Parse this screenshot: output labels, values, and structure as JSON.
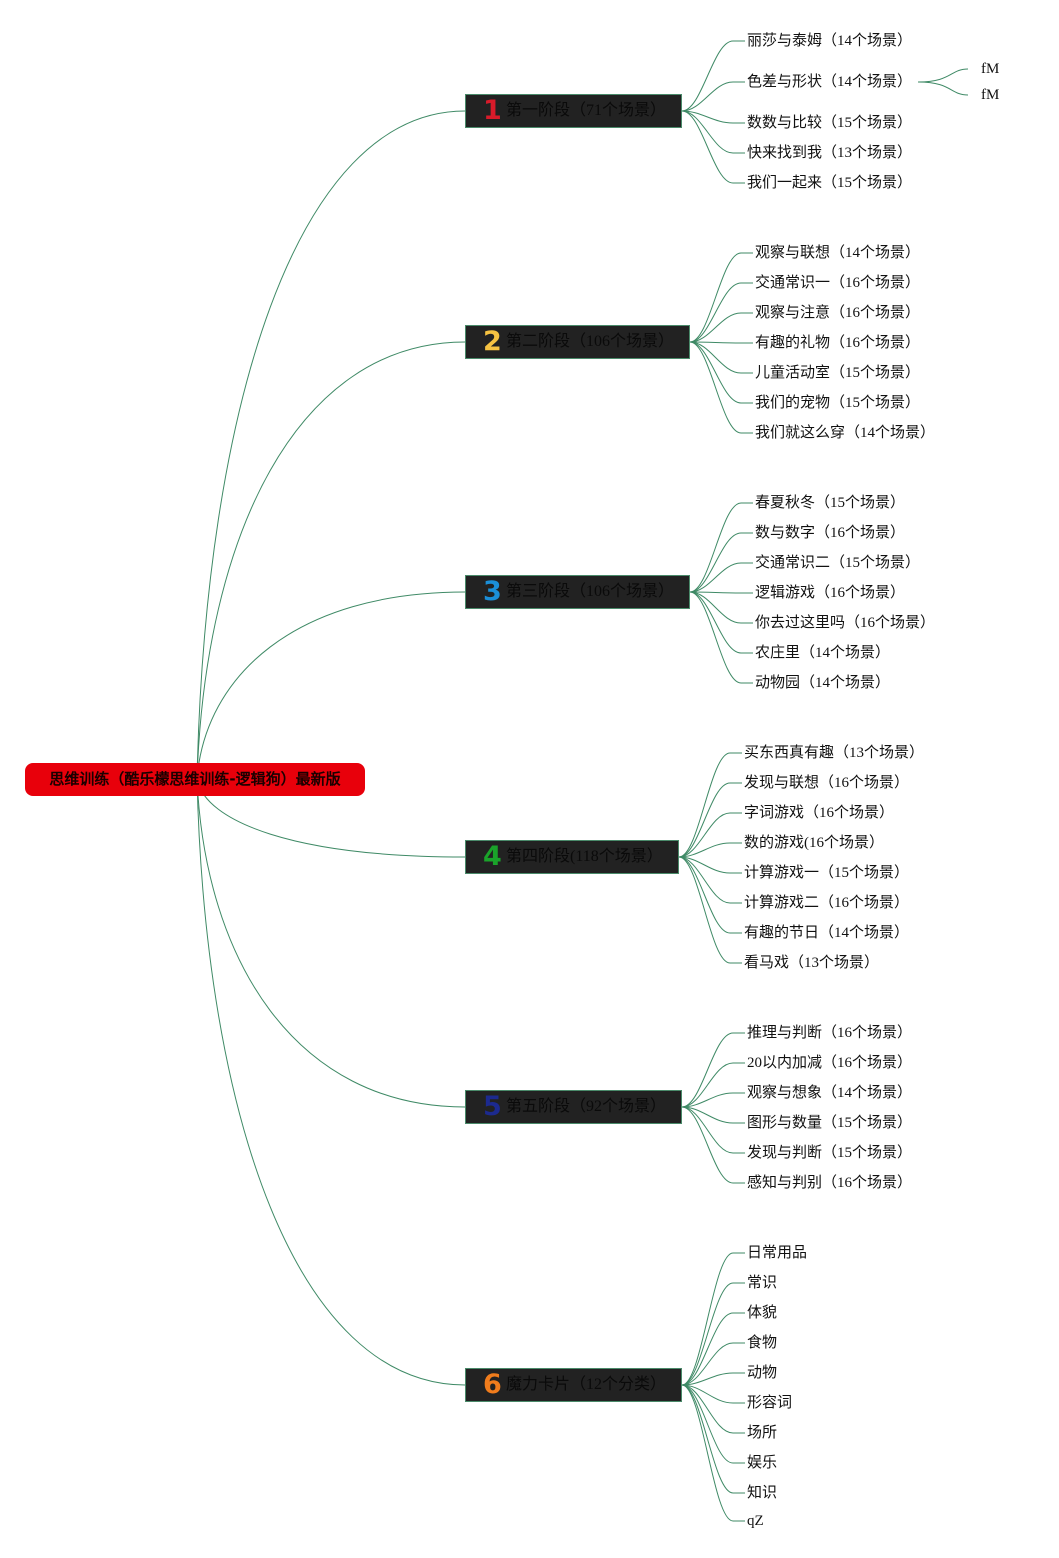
{
  "colors": {
    "link": "#3f8a66",
    "root_bg": "#e8000b",
    "stage_bg": "#222222",
    "stage_text": "#0a0a0a",
    "num1": "#d81b2a",
    "num2": "#f5c242",
    "num3": "#1b8fd8",
    "num4": "#1aa32a",
    "num5": "#1c2a8f",
    "num6": "#f07c1c"
  },
  "root": {
    "label": "思维训练（酷乐檬思维训练-逻辑狗）最新版"
  },
  "stages": [
    {
      "number": "1",
      "label": "第一阶段（71个场景）",
      "children": [
        {
          "label": "丽莎与泰姆（14个场景）"
        },
        {
          "label": "色差与形状（14个场景）",
          "children": [
            {
              "label": "fM"
            },
            {
              "label": "fM"
            }
          ]
        },
        {
          "label": "数数与比较（15个场景）"
        },
        {
          "label": "快来找到我（13个场景）"
        },
        {
          "label": "我们一起来（15个场景）"
        }
      ]
    },
    {
      "number": "2",
      "label": "第二阶段（106个场景）",
      "children": [
        {
          "label": "观察与联想（14个场景）"
        },
        {
          "label": "交通常识一（16个场景）"
        },
        {
          "label": "观察与注意（16个场景）"
        },
        {
          "label": "有趣的礼物（16个场景）"
        },
        {
          "label": "儿童活动室（15个场景）"
        },
        {
          "label": "我们的宠物（15个场景）"
        },
        {
          "label": "我们就这么穿（14个场景）"
        }
      ]
    },
    {
      "number": "3",
      "label": "第三阶段（106个场景）",
      "children": [
        {
          "label": "春夏秋冬（15个场景）"
        },
        {
          "label": "数与数字（16个场景）"
        },
        {
          "label": "交通常识二（15个场景）"
        },
        {
          "label": "逻辑游戏（16个场景）"
        },
        {
          "label": "你去过这里吗（16个场景）"
        },
        {
          "label": "农庄里（14个场景）"
        },
        {
          "label": "动物园（14个场景）"
        }
      ]
    },
    {
      "number": "4",
      "label": "第四阶段(118个场景）",
      "children": [
        {
          "label": "买东西真有趣（13个场景）"
        },
        {
          "label": "发现与联想（16个场景）"
        },
        {
          "label": "字词游戏（16个场景）"
        },
        {
          "label": "数的游戏(16个场景）"
        },
        {
          "label": "计算游戏一（15个场景）"
        },
        {
          "label": "计算游戏二（16个场景）"
        },
        {
          "label": "有趣的节日（14个场景）"
        },
        {
          "label": "看马戏（13个场景）"
        }
      ]
    },
    {
      "number": "5",
      "label": "第五阶段（92个场景）",
      "children": [
        {
          "label": "推理与判断（16个场景）"
        },
        {
          "label": "20以内加减（16个场景）"
        },
        {
          "label": "观察与想象（14个场景）"
        },
        {
          "label": "图形与数量（15个场景）"
        },
        {
          "label": "发现与判断（15个场景）"
        },
        {
          "label": "感知与判别（16个场景）"
        }
      ]
    },
    {
      "number": "6",
      "label": "魔力卡片（12个分类）",
      "children": [
        {
          "label": "日常用品"
        },
        {
          "label": "常识"
        },
        {
          "label": "体貌"
        },
        {
          "label": "食物"
        },
        {
          "label": "动物"
        },
        {
          "label": "形容词"
        },
        {
          "label": "场所"
        },
        {
          "label": "娱乐"
        },
        {
          "label": "知识"
        },
        {
          "label": "qZ"
        }
      ]
    }
  ]
}
